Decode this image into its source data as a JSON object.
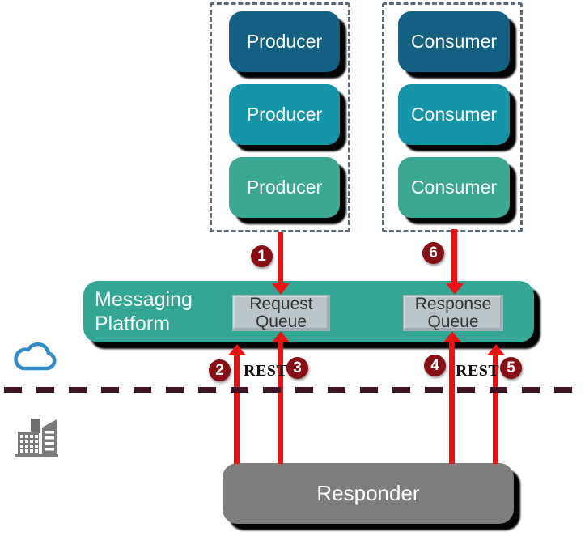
{
  "stacks": {
    "producers": {
      "items": [
        {
          "label": "Producer",
          "color": "#136083"
        },
        {
          "label": "Producer",
          "color": "#1595A8"
        },
        {
          "label": "Producer",
          "color": "#3BA893"
        }
      ]
    },
    "consumers": {
      "items": [
        {
          "label": "Consumer",
          "color": "#136083"
        },
        {
          "label": "Consumer",
          "color": "#1595A8"
        },
        {
          "label": "Consumer",
          "color": "#3BA893"
        }
      ]
    }
  },
  "platform": {
    "label": "Messaging Platform",
    "color": "#33A695",
    "queues": {
      "request": {
        "label": "Request Queue"
      },
      "response": {
        "label": "Response Queue"
      }
    },
    "queue_color": "#B9C5C8"
  },
  "responder": {
    "label": "Responder",
    "color": "#7E7E7E"
  },
  "steps": [
    {
      "label": "1"
    },
    {
      "label": "2"
    },
    {
      "label": "3"
    },
    {
      "label": "4"
    },
    {
      "label": "5"
    },
    {
      "label": "6"
    }
  ],
  "rest": {
    "left": "REST",
    "right": "REST"
  },
  "icons": {
    "cloud": "cloud",
    "building": "office-building"
  },
  "colors": {
    "arrow_red": "#EE1111",
    "step_badge": "#870E13",
    "boundary_dash": "#401325",
    "group_dash": "#5C6B7A",
    "cloud_stroke": "#2F8CC8",
    "building_gray": "#7B7B7B",
    "shadow": "#040404"
  }
}
